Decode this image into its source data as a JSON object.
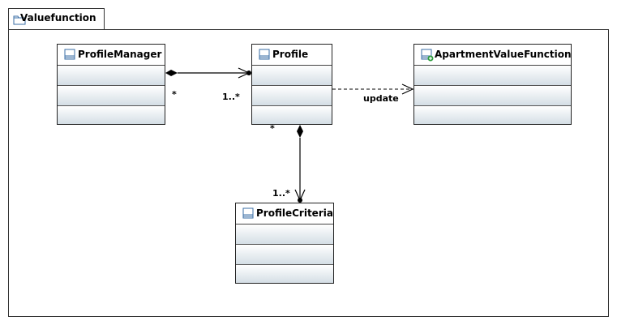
{
  "package": {
    "name": "Valuefunction",
    "icon": "folder-icon"
  },
  "classes": {
    "profile_manager": {
      "name": "ProfileManager",
      "icon": "class-icon"
    },
    "profile": {
      "name": "Profile",
      "icon": "class-icon"
    },
    "apartment_value_function": {
      "name": "ApartmentValueFunction",
      "icon": "class-plus-icon"
    },
    "profile_criteria": {
      "name": "ProfileCriteria",
      "icon": "class-icon"
    }
  },
  "relations": {
    "manager_profile": {
      "source_mult": "*",
      "target_mult": "1..*"
    },
    "profile_apartment": {
      "label": "update"
    },
    "profile_criteria": {
      "source_mult": "*",
      "target_mult": "1..*"
    }
  },
  "colors": {
    "compartment": "#d7e1e7",
    "border": "#222222"
  }
}
